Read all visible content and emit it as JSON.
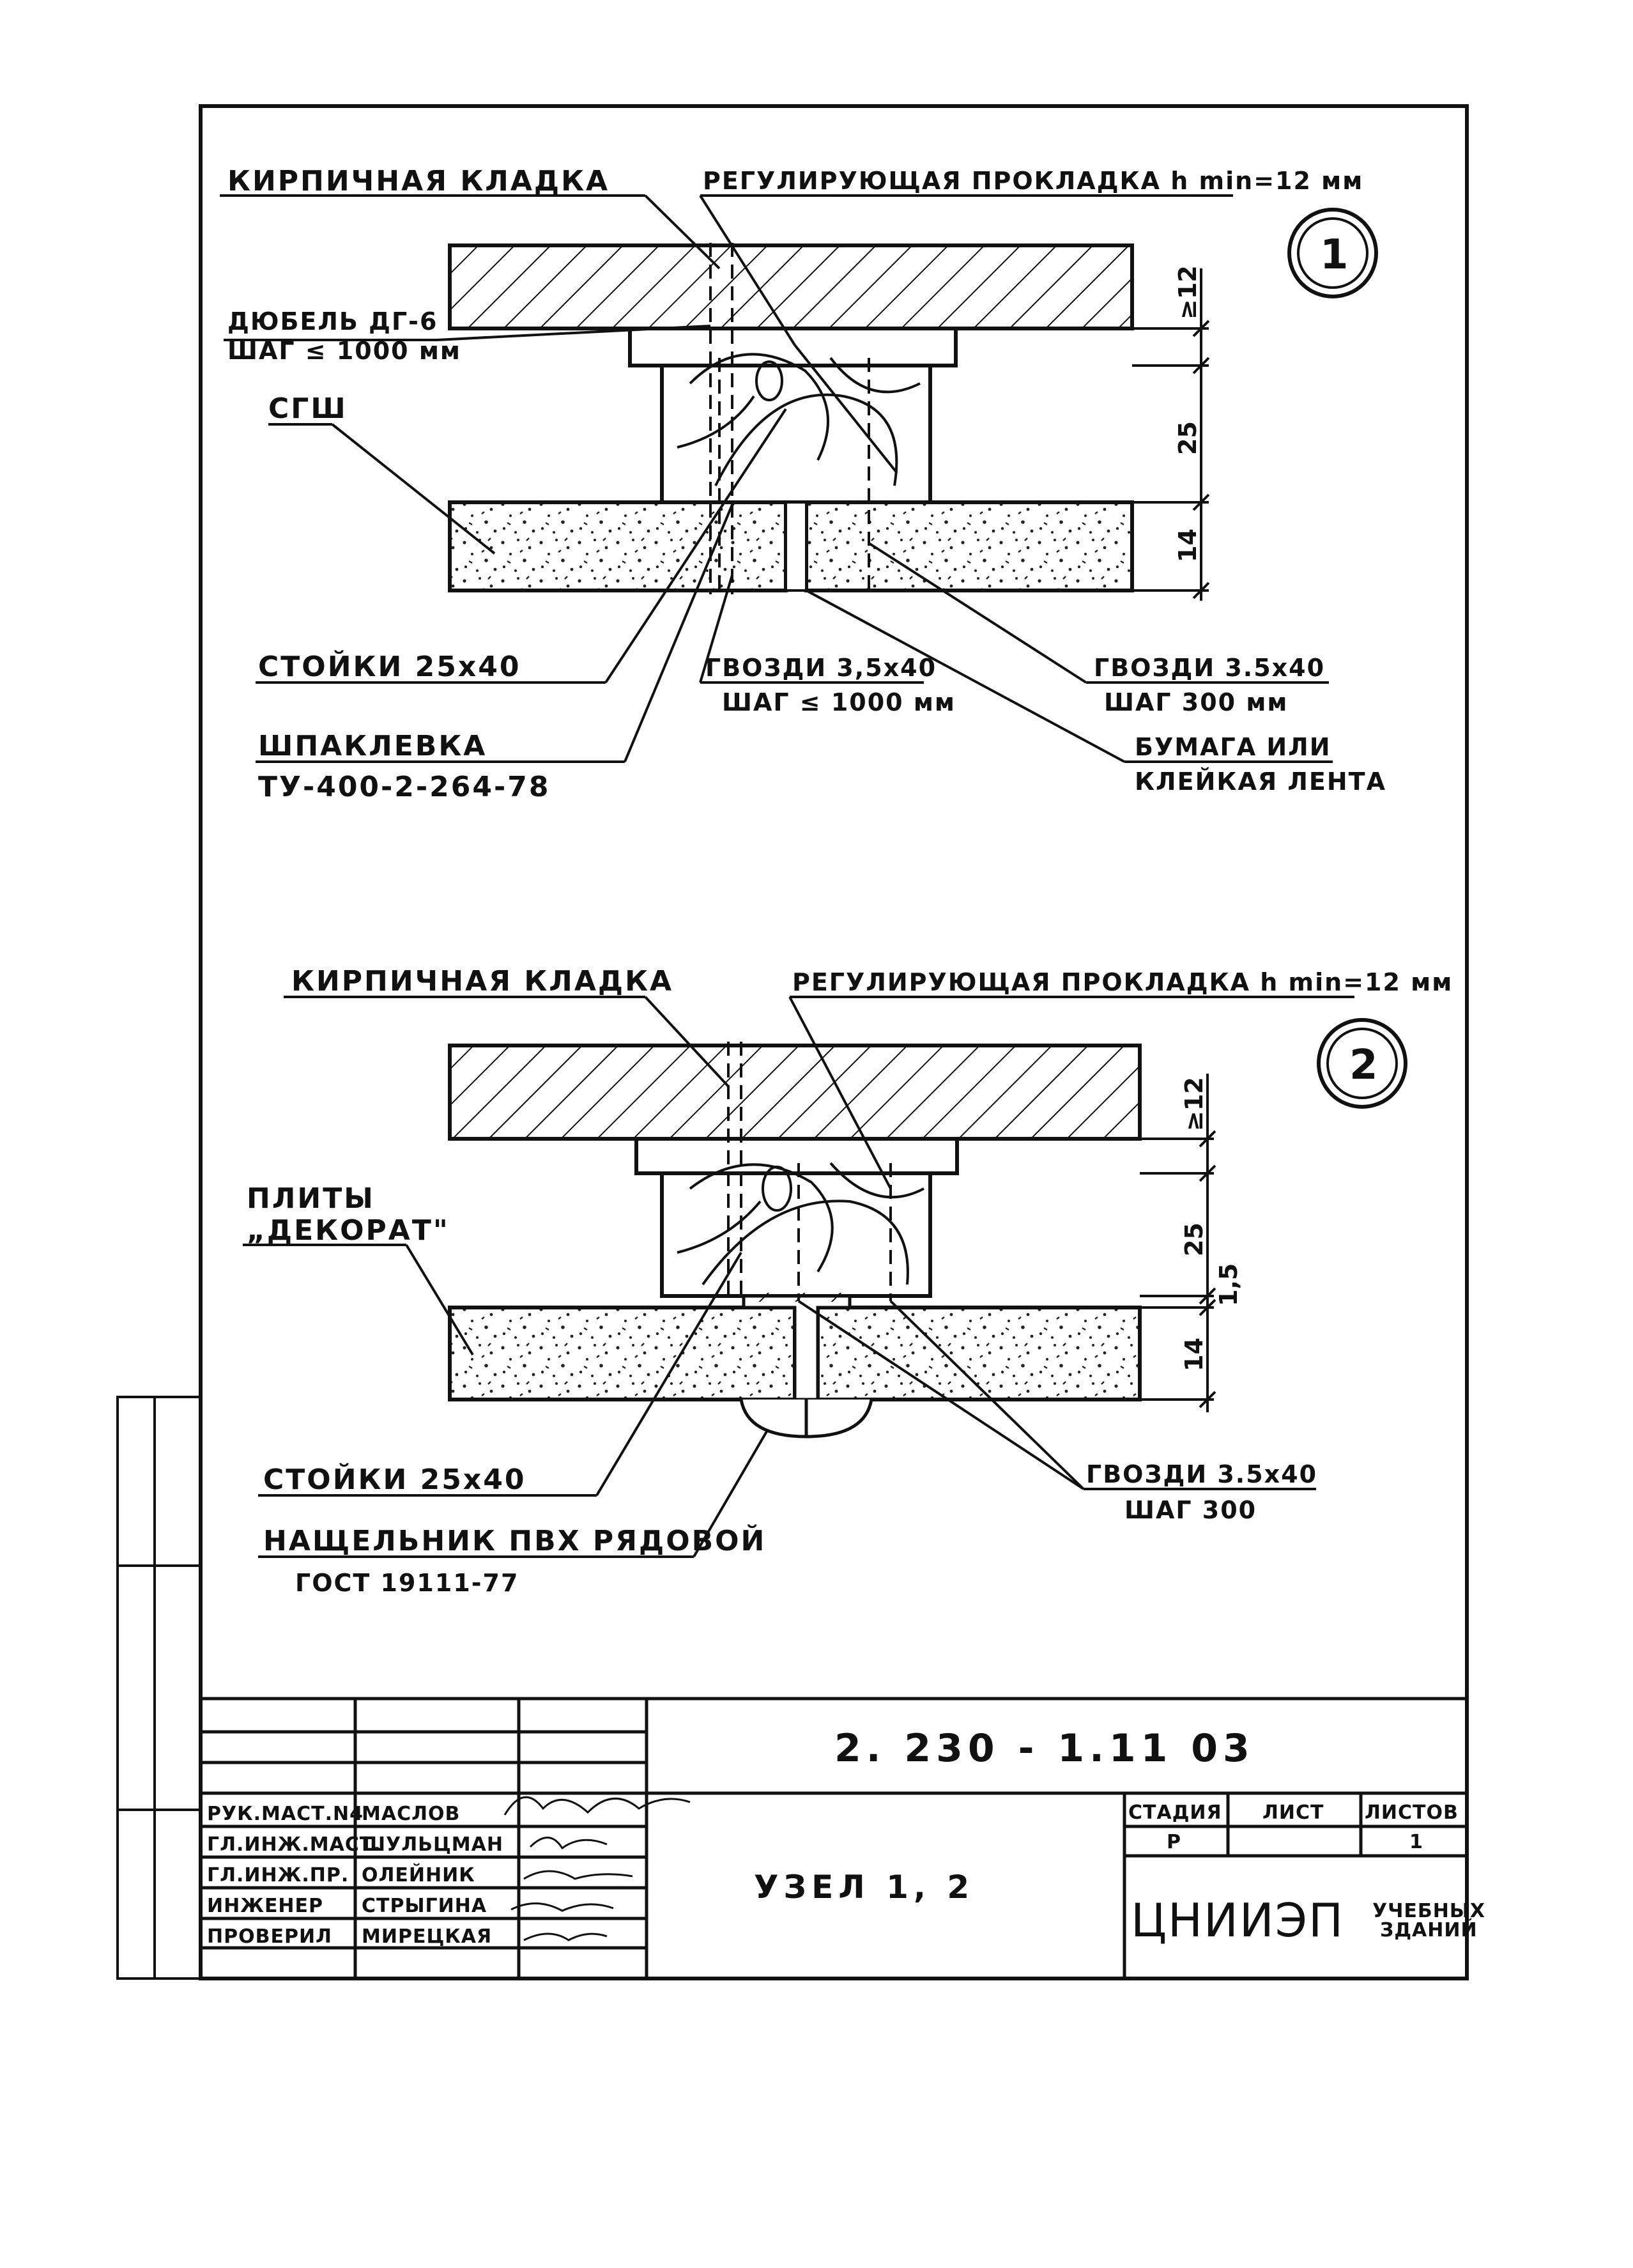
{
  "node1": {
    "marker": "1",
    "brick_label": "КИРПИЧНАЯ КЛАДКА",
    "shim_label": "РЕГУЛИРУЮЩАЯ ПРОКЛАДКА h min=12 мм",
    "dowel_label_1": "ДЮБЕЛЬ ДГ-6",
    "dowel_label_2": "ШАГ ≤ 1000 мм",
    "sgsh_label": "СГШ",
    "post_label": "СТОЙКИ 25х40",
    "putty_label_1": "ШПАКЛЕВКА",
    "putty_label_2": "ТУ-400-2-264-78",
    "nails_center_1": "ГВОЗДИ 3,5х40",
    "nails_center_2": "ШАГ ≤ 1000 мм",
    "nails_right_1": "ГВОЗДИ 3.5х40",
    "nails_right_2": "ШАГ 300 мм",
    "paper_1": "БУМАГА ИЛИ",
    "paper_2": "КЛЕЙКАЯ ЛЕНТА",
    "dims": [
      "≥12",
      "25",
      "14"
    ]
  },
  "node2": {
    "marker": "2",
    "brick_label": "КИРПИЧНАЯ КЛАДКА",
    "shim_label": "РЕГУЛИРУЮЩАЯ ПРОКЛАДКА h min=12 мм",
    "plates_1": "ПЛИТЫ",
    "plates_2": "„ДЕКОРАТ\"",
    "post_label": "СТОЙКИ 25х40",
    "batten_1": "НАЩЕЛЬНИК ПВХ РЯДОВОЙ",
    "batten_2": "ГОСТ 19111-77",
    "nails_1": "ГВОЗДИ 3.5х40",
    "nails_2": "ШАГ 300",
    "dims": [
      "≥12",
      "25",
      "1,5",
      "14"
    ]
  },
  "title_block": {
    "doc_code": "2. 230 - 1.11 03",
    "sheet_title": "УЗЕЛ 1, 2",
    "stage_hdr": "СТАДИЯ",
    "sheet_hdr": "ЛИСТ",
    "sheets_hdr": "ЛИСТОВ",
    "stage_val": "Р",
    "sheet_val": "",
    "sheets_val": "1",
    "org_name": "ЦНИИЭП",
    "org_sub_1": "УЧЕБНЫХ",
    "org_sub_2": "ЗДАНИЙ",
    "roles": [
      {
        "role": "РУК.МАСТ.N4",
        "name": "МАСЛОВ"
      },
      {
        "role": "ГЛ.ИНЖ.МАСТ.",
        "name": "ШУЛЬЦМАН"
      },
      {
        "role": "ГЛ.ИНЖ.ПР.",
        "name": "ОЛЕЙНИК"
      },
      {
        "role": "ИНЖЕНЕР",
        "name": "СТРЫГИНА"
      },
      {
        "role": "ПРОВЕРИЛ",
        "name": "МИРЕЦКАЯ"
      }
    ]
  }
}
